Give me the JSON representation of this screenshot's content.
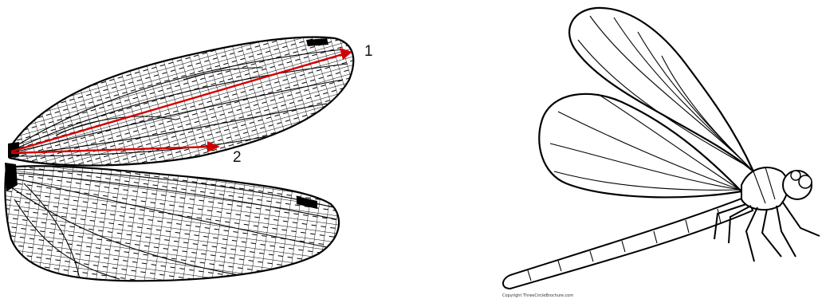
{
  "diagram": {
    "arrow_labels": [
      "1",
      "2"
    ],
    "credit_text": "Copyright ThreeCircleBrochure.com",
    "colors": {
      "arrow": "#d40000",
      "ink": "#000000",
      "paper": "#ffffff"
    }
  }
}
